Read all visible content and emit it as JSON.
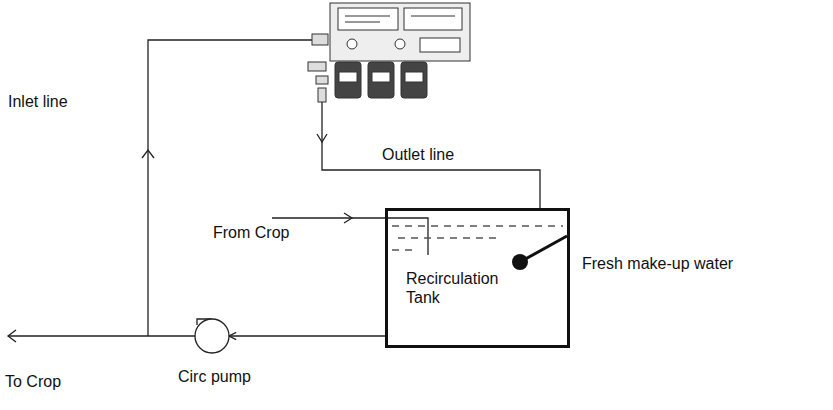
{
  "diagram": {
    "nodes": [
      {
        "text": [
          "Recirculation Tank"
        ]
      },
      {
        "text": [
          "Circ pump"
        ]
      }
    ],
    "edges": [
      {
        "from": 0,
        "to": 1,
        "arrow": "to"
      }
    ],
    "labels": [
      "Inlet line",
      "Outlet line",
      "From Crop",
      "Fresh make-up water",
      "To Crop"
    ]
  }
}
